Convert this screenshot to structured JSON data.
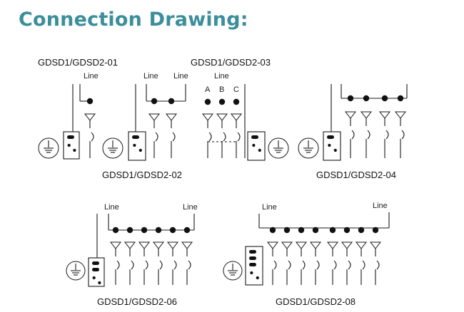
{
  "title": "Connection Drawing:",
  "line_label": "Line",
  "phase_labels": [
    "A",
    "B",
    "C"
  ],
  "captions": {
    "d01": "GDSD1/GDSD2-01",
    "d02": "GDSD1/GDSD2-02",
    "d03": "GDSD1/GDSD2-03",
    "d04": "GDSD1/GDSD2-04",
    "d06": "GDSD1/GDSD2-06",
    "d08": "GDSD1/GDSD2-08"
  },
  "icons": [
    "ground-symbol-icon",
    "spd-module-icon",
    "switch-pole-icon"
  ]
}
